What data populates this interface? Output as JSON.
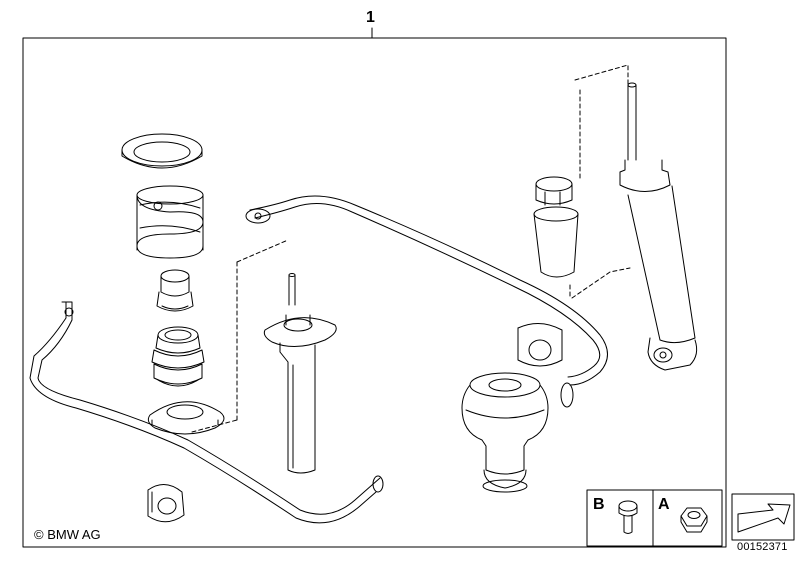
{
  "diagram": {
    "main_callout": "1",
    "legend": [
      {
        "letter": "B",
        "part": "bolt-icon"
      },
      {
        "letter": "A",
        "part": "nut-icon"
      }
    ],
    "copyright": "© BMW AG",
    "diagram_number": "00152371",
    "parts": [
      "spring-seat-icon",
      "coil-spring-icon",
      "bump-stop-icon",
      "dust-boot-icon",
      "spring-pad-icon",
      "front-strut-icon",
      "front-stabilizer-bar-icon",
      "stabilizer-bushing-icon",
      "rear-stabilizer-bar-icon",
      "rear-bushing-icon",
      "air-spring-icon",
      "rear-bump-stop-icon",
      "rear-shock-absorber-icon",
      "direction-arrow-icon"
    ],
    "colors": {
      "line": "#000000",
      "background": "#ffffff"
    }
  }
}
